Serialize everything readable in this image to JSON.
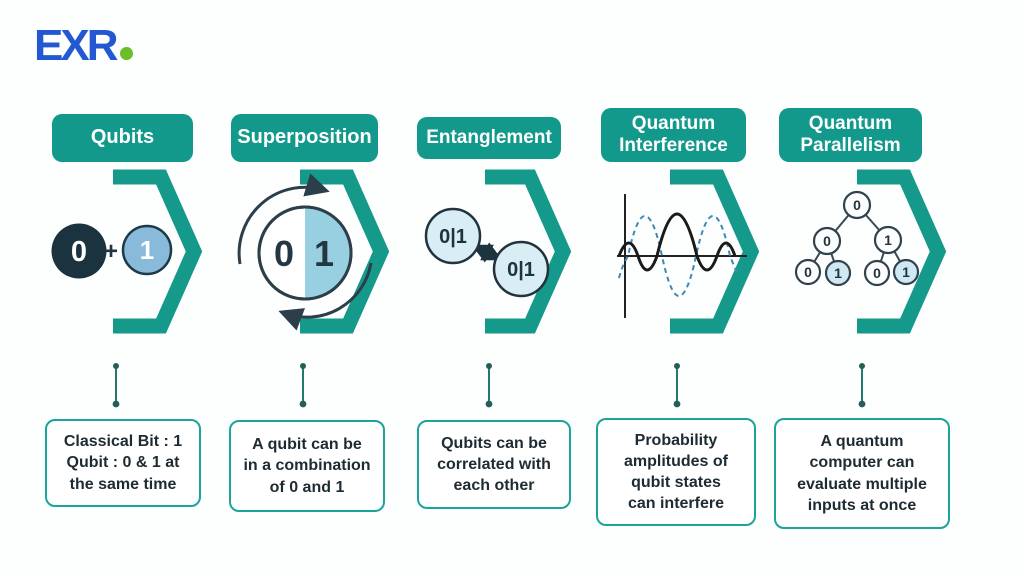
{
  "logo": {
    "text": "EXR"
  },
  "theme": {
    "teal": "#12998c",
    "dark_navy": "#1b333f",
    "light_blue": "#8abad9",
    "pale_blue": "#d9edf5",
    "half_blue": "#98d0e2",
    "ink": "#1e2b33",
    "dashed_wave_blue": "#3e89b3",
    "logo_blue": "#2458d3",
    "logo_green": "#6cbe27"
  },
  "columns": [
    {
      "title": "Qubits",
      "description": "Classical Bit : 1\nQubit : 0 & 1 at\nthe same time",
      "illustration": {
        "bit0": "0",
        "plus": "+",
        "bit1": "1"
      }
    },
    {
      "title": "Superposition",
      "description": "A qubit can be\nin a combination\nof 0 and 1",
      "illustration": {
        "left_half": "0",
        "right_half": "1"
      }
    },
    {
      "title": "Entanglement",
      "description": "Qubits can be\ncorrelated with\neach other",
      "illustration": {
        "qubit_a": "0|1",
        "qubit_b": "0|1"
      }
    },
    {
      "title": "Quantum\nInterference",
      "description": "Probability\namplitudes of\nqubit states\ncan interfere",
      "illustration": {}
    },
    {
      "title": "Quantum\nParallelism",
      "description": "A quantum\ncomputer can\nevaluate multiple\ninputs at once",
      "illustration": {
        "root": "0",
        "l_child": "0",
        "r_child": "1",
        "leaf1": "0",
        "leaf2": "1",
        "leaf3": "0",
        "leaf4": "1"
      }
    }
  ]
}
